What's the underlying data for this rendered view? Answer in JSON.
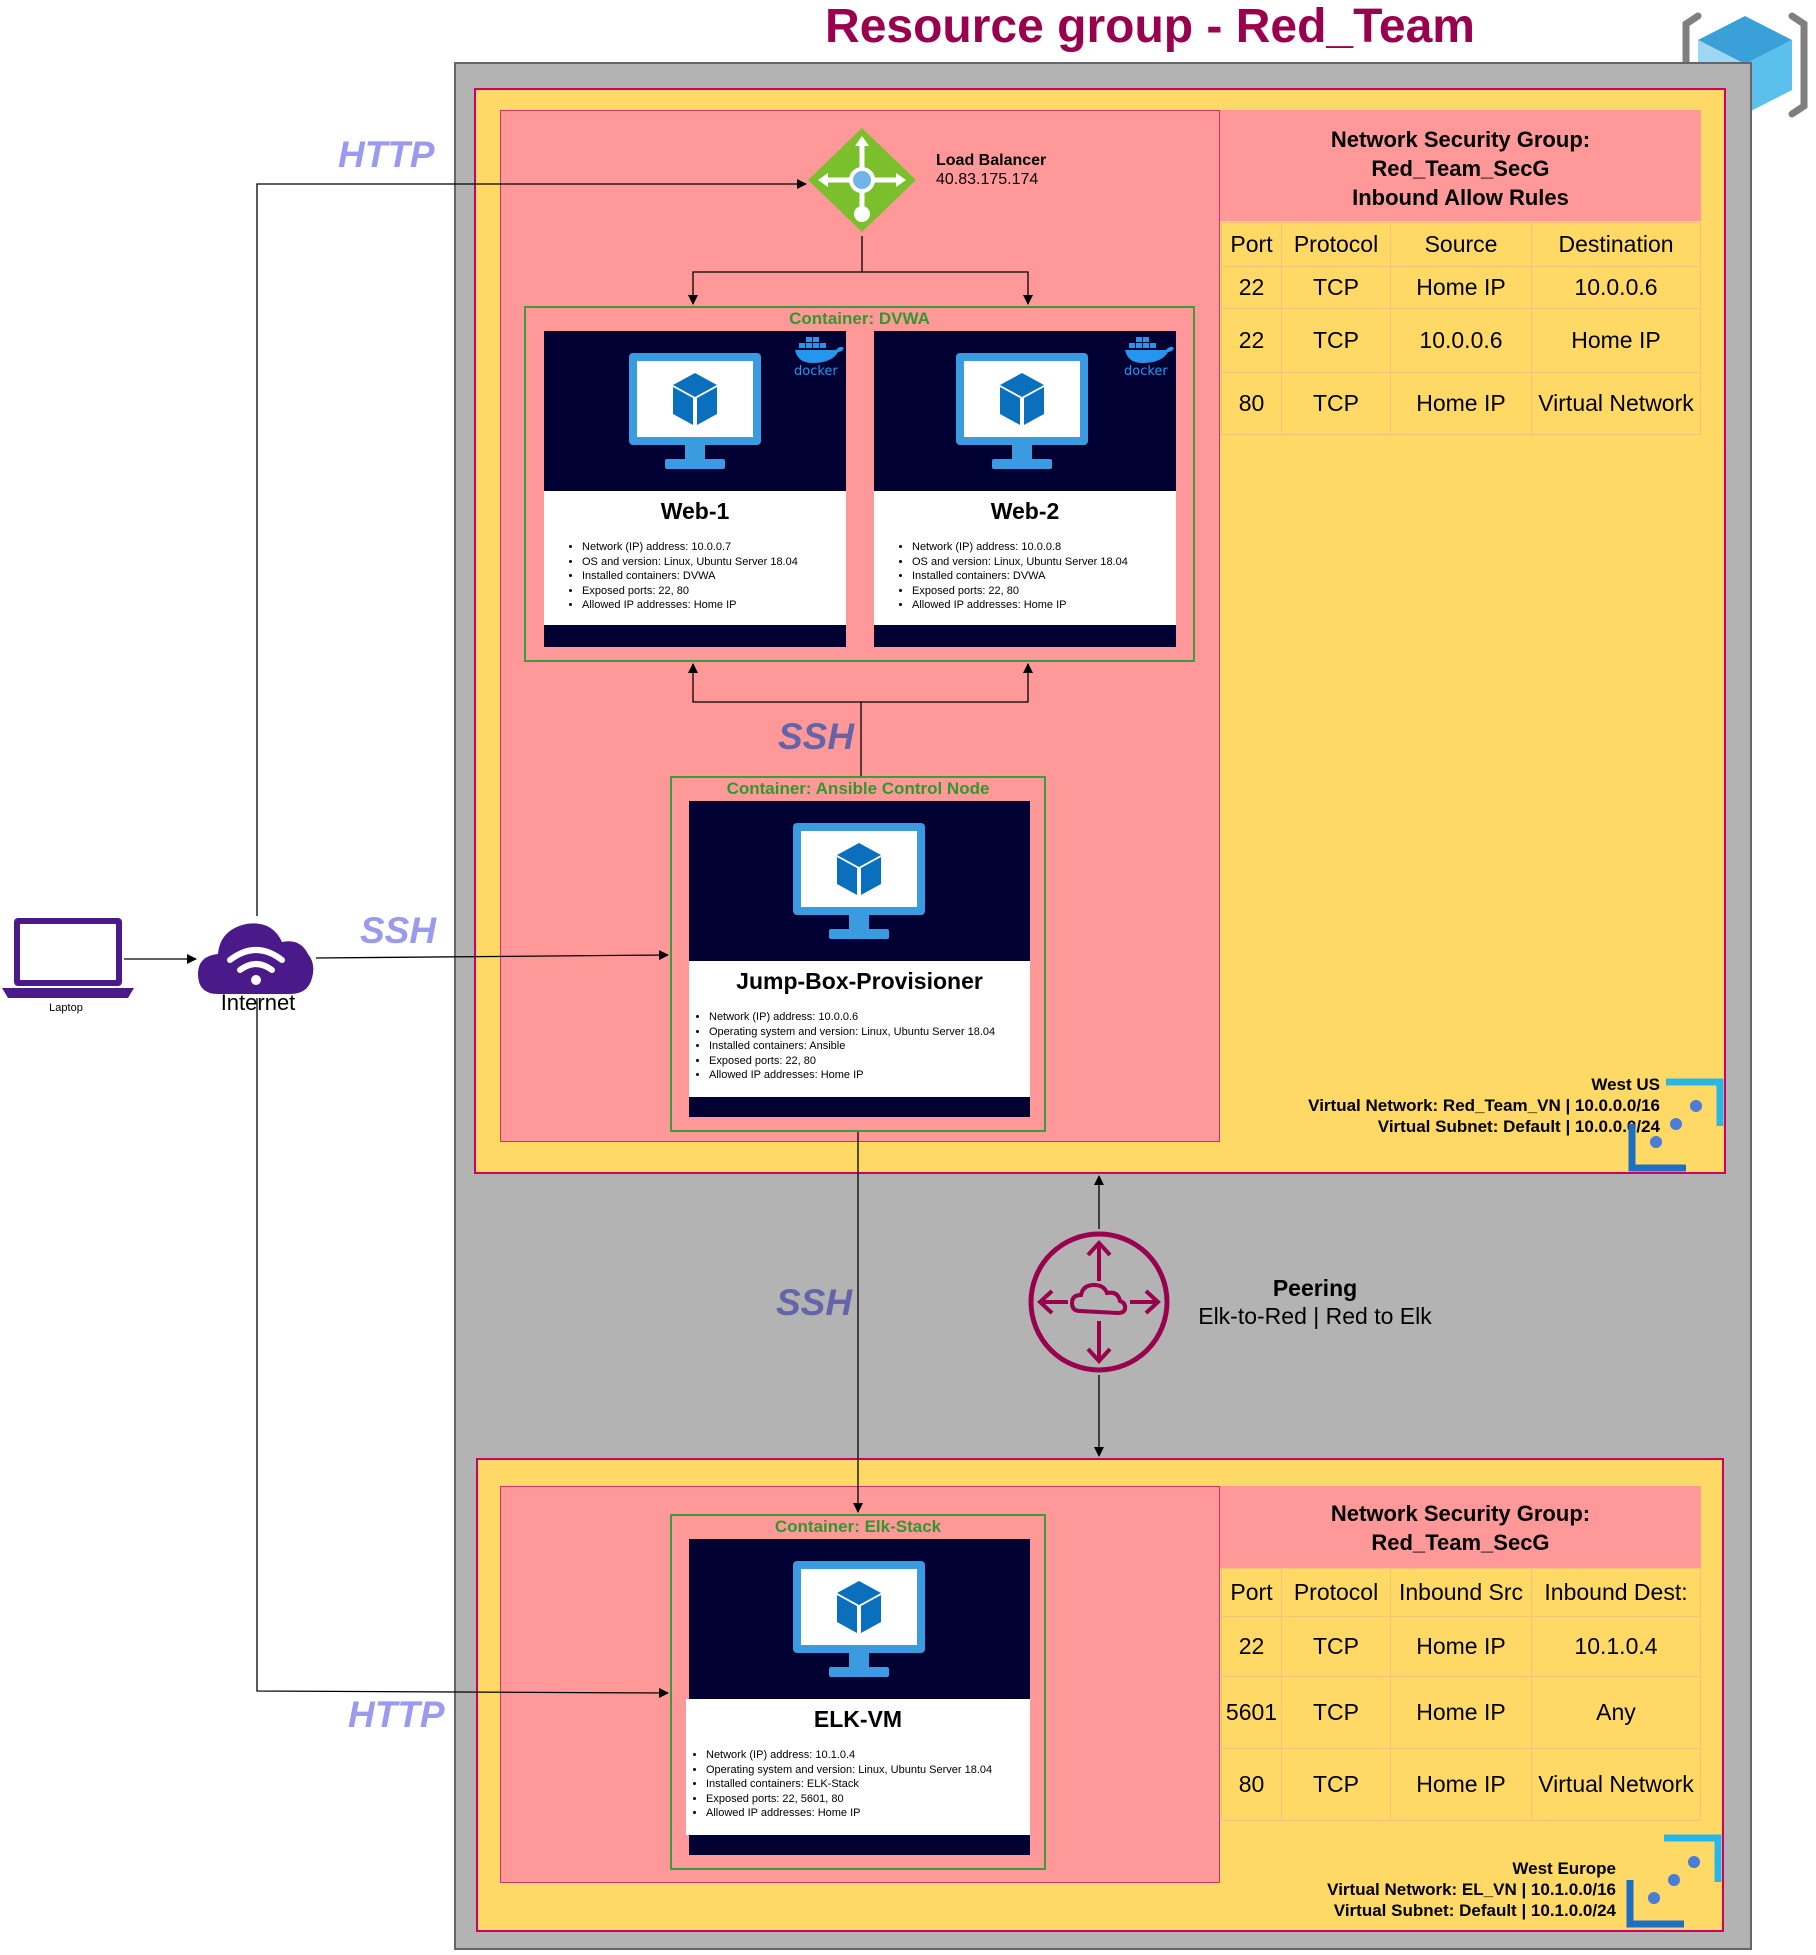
{
  "title": "Resource group - Red_Team",
  "load_balancer": {
    "name": "Load Balancer",
    "ip": "40.83.175.174"
  },
  "containers": {
    "dvwa": "Container: DVWA",
    "ansible": "Container: Ansible Control Node",
    "elk": "Container: Elk-Stack"
  },
  "vms": {
    "web1": {
      "name": "Web-1",
      "details": [
        "Network (IP) address: 10.0.0.7",
        "OS and version: Linux, Ubuntu Server 18.04",
        "Installed containers: DVWA",
        "Exposed ports: 22, 80",
        "Allowed IP addresses: Home IP"
      ]
    },
    "web2": {
      "name": "Web-2",
      "details": [
        "Network (IP) address: 10.0.0.8",
        "OS and version: Linux, Ubuntu Server 18.04",
        "Installed containers: DVWA",
        "Exposed ports: 22, 80",
        "Allowed IP addresses: Home IP"
      ]
    },
    "jumpbox": {
      "name": "Jump-Box-Provisioner",
      "details": [
        "Network (IP) address: 10.0.0.6",
        "Operating system and version: Linux, Ubuntu Server 18.04",
        "Installed containers: Ansible",
        "Exposed ports: 22, 80",
        "Allowed IP addresses: Home IP"
      ]
    },
    "elk": {
      "name": "ELK-VM",
      "details": [
        "Network (IP) address: 10.1.0.4",
        "Operating system and version: Linux, Ubuntu Server 18.04",
        "Installed containers: ELK-Stack",
        "Exposed ports: 22, 5601, 80",
        "Allowed IP addresses: Home IP"
      ]
    }
  },
  "docker_label": "docker",
  "nsg_top": {
    "title_lines": [
      "Network Security Group:",
      "Red_Team_SecG",
      "Inbound Allow Rules"
    ],
    "headers": [
      "Port",
      "Protocol",
      "Source",
      "Destination"
    ],
    "rows": [
      [
        "22",
        "TCP",
        "Home IP",
        "10.0.0.6"
      ],
      [
        "22",
        "TCP",
        "10.0.0.6",
        "Home IP"
      ],
      [
        "80",
        "TCP",
        "Home IP",
        "Virtual Network"
      ]
    ]
  },
  "nsg_bottom": {
    "title_lines": [
      "Network Security Group:",
      "Red_Team_SecG"
    ],
    "headers": [
      "Port",
      "Protocol",
      "Inbound Src",
      "Inbound Dest:"
    ],
    "rows": [
      [
        "22",
        "TCP",
        "Home IP",
        "10.1.0.4"
      ],
      [
        "5601",
        "TCP",
        "Home IP",
        "Any"
      ],
      [
        "80",
        "TCP",
        "Home IP",
        "Virtual Network"
      ]
    ]
  },
  "region_top": {
    "name": "West US",
    "vnet": "Virtual Network: Red_Team_VN | 10.0.0.0/16",
    "subnet": "Virtual Subnet: Default | 10.0.0.0/24"
  },
  "region_bottom": {
    "name": "West Europe",
    "vnet": "Virtual Network: EL_VN | 10.1.0.0/16",
    "subnet": "Virtual Subnet: Default | 10.1.0.0/24"
  },
  "peering": {
    "title": "Peering",
    "subtitle": "Elk-to-Red | Red to Elk"
  },
  "protocols": {
    "http_top": "HTTP",
    "ssh_left": "SSH",
    "ssh_mid": "SSH",
    "ssh_lower": "SSH",
    "http_bottom": "HTTP"
  },
  "laptop_label": "Laptop",
  "internet_label": "Internet",
  "icons": {
    "resource_group": "cube-icon",
    "load_balancer": "load-balancer-icon",
    "vm": "monitor-cube-icon",
    "docker": "docker-whale-icon",
    "laptop": "laptop-icon",
    "internet": "cloud-wifi-icon",
    "peering": "cloud-router-icon",
    "vnet": "virtual-network-icon"
  },
  "colors": {
    "title": "#99004d",
    "resource_group": "#b3b3b3",
    "vnet": "#ffd966",
    "subnet": "#ff9999",
    "container_border": "#3c9b3c",
    "vm_dark": "#000033",
    "peering": "#99004d",
    "internet": "#4b0082"
  }
}
